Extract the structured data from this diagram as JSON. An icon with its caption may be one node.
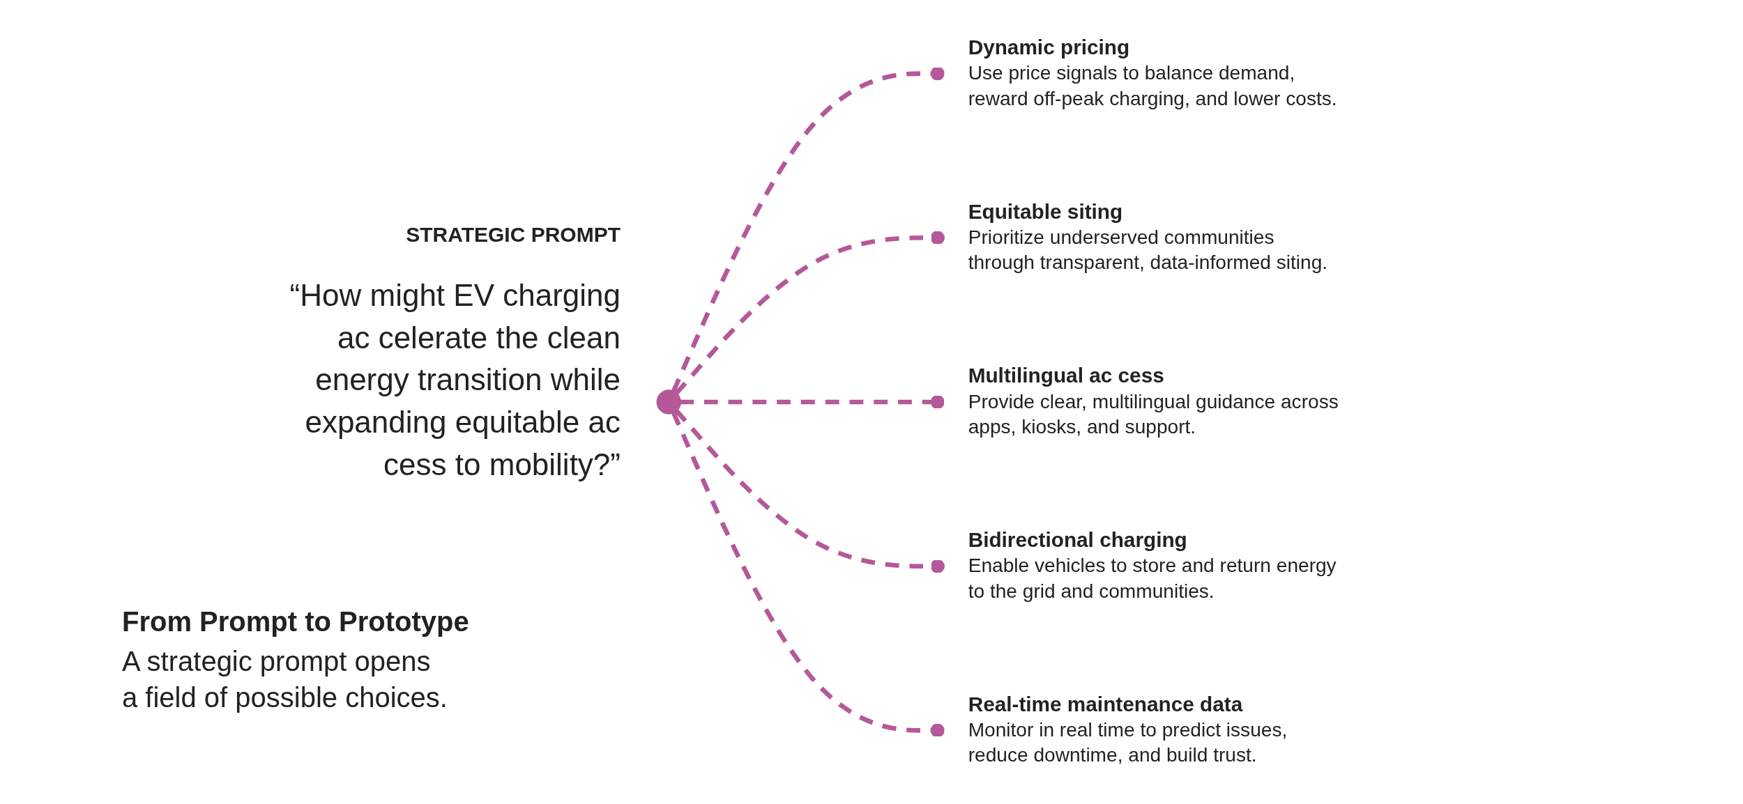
{
  "diagram": {
    "title": "From Prompt to Prototype",
    "caption": "A strategic prompt opens a field of possible choices.",
    "nodes": [
      {
        "text": [],
        "shape": "circle",
        "beside": [
          "STRATEGIC PROMPT",
          "“How might EV charging ac celerate the clean energy transition while expanding equitable ac cess to mobility?”"
        ]
      },
      {
        "text": [
          "Dynamic pricing",
          "Use price signals to balance demand, reward off-peak charging, and lower costs."
        ]
      },
      {
        "text": [
          "Equitable siting",
          "Prioritize underserved communities through transparent, data-informed siting."
        ]
      },
      {
        "text": [
          "Multilingual ac cess",
          "Provide clear, multilingual guidance across apps, kiosks, and support."
        ]
      },
      {
        "text": [
          "Bidirectional charging",
          "Enable vehicles to store and return energy to the grid and communities."
        ]
      },
      {
        "text": [
          "Real-time maintenance data",
          "Monitor in real time to predict issues, reduce downtime, and build trust."
        ]
      }
    ],
    "edges": [
      {
        "from": 0,
        "to": 1,
        "arrow": "other",
        "style": "dashed"
      },
      {
        "from": 0,
        "to": 2,
        "arrow": "other",
        "style": "dashed"
      },
      {
        "from": 0,
        "to": 3,
        "arrow": "other",
        "style": "dashed"
      },
      {
        "from": 0,
        "to": 4,
        "arrow": "other",
        "style": "dashed"
      },
      {
        "from": 0,
        "to": 5,
        "arrow": "other",
        "style": "dashed"
      }
    ]
  }
}
